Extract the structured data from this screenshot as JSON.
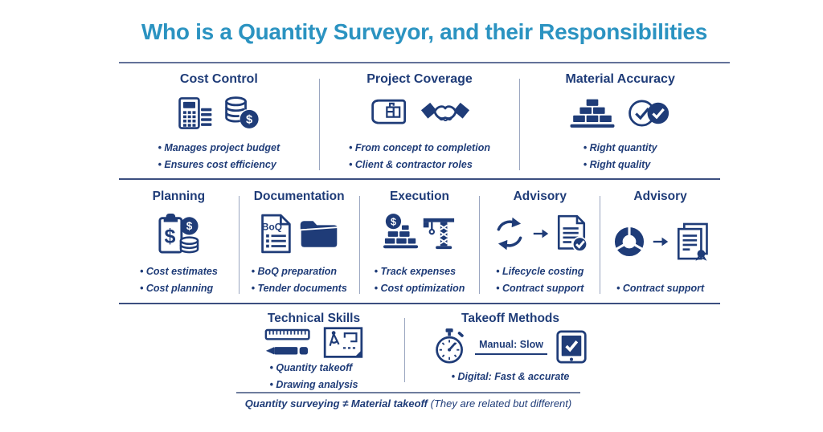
{
  "title": "Who is a Quantity Surveyor, and their Responsibilities",
  "glyphs": {
    "dollar": "$"
  },
  "colors": {
    "navy": "#1f3c78",
    "teal": "#2b93c1",
    "divider": "#9aa6c0",
    "rule": "#3c4f80",
    "footer_rule": "#6e7d9d"
  },
  "row1": {
    "sections": [
      {
        "title": "Cost Control",
        "icons": [
          "calculator-icon",
          "coin-stack-dollar-icon"
        ],
        "bullets": [
          "Manages project budget",
          "Ensures cost efficiency"
        ]
      },
      {
        "title": "Project Coverage",
        "icons": [
          "blueprint-icon",
          "handshake-icon"
        ],
        "bullets": [
          "From concept to completion",
          "Client & contractor roles"
        ]
      },
      {
        "title": "Material Accuracy",
        "icons": [
          "bricks-icon",
          "double-checkmark-icon"
        ],
        "bullets": [
          "Right quantity",
          "Right quality"
        ]
      }
    ]
  },
  "row2": {
    "sections": [
      {
        "title": "Planning",
        "icons": [
          "clipboard-dollar-icon",
          "coin-stack-icon"
        ],
        "bullets": [
          "Cost estimates",
          "Cost planning"
        ]
      },
      {
        "title": "Documentation",
        "icons": [
          "boq-document-icon",
          "folder-icon"
        ],
        "doc_label": "BoQ",
        "bullets": [
          "BoQ preparation",
          "Tender documents"
        ]
      },
      {
        "title": "Execution",
        "icons": [
          "expenses-stack-icon",
          "crane-icon"
        ],
        "bullets": [
          "Track expenses",
          "Cost optimization"
        ]
      },
      {
        "title": "Advisory",
        "icons": [
          "lifecycle-arrows-icon",
          "arrow-right-icon",
          "document-check-icon"
        ],
        "bullets": [
          "Lifecycle costing",
          "Contract support"
        ]
      },
      {
        "title": "Advisory",
        "icons": [
          "cycle-donut-icon",
          "arrow-right-icon",
          "contract-seal-icon"
        ],
        "bullets": [
          "Contract support"
        ]
      }
    ]
  },
  "row3": {
    "sections": [
      {
        "title": "Technical Skills",
        "icons": [
          "ruler-pen-icon",
          "drawing-plan-icon"
        ],
        "bullets": [
          "Quantity takeoff",
          "Drawing analysis"
        ]
      },
      {
        "title": "Takeoff Methods",
        "icons": [
          "stopwatch-icon",
          "tablet-check-icon"
        ],
        "manual_label": "Manual: Slow",
        "bullets": [
          "Digital: Fast & accurate"
        ]
      }
    ]
  },
  "footer": {
    "lead": "Quantity surveying ≠ Material takeoff",
    "paren": "(They are related but different)"
  }
}
